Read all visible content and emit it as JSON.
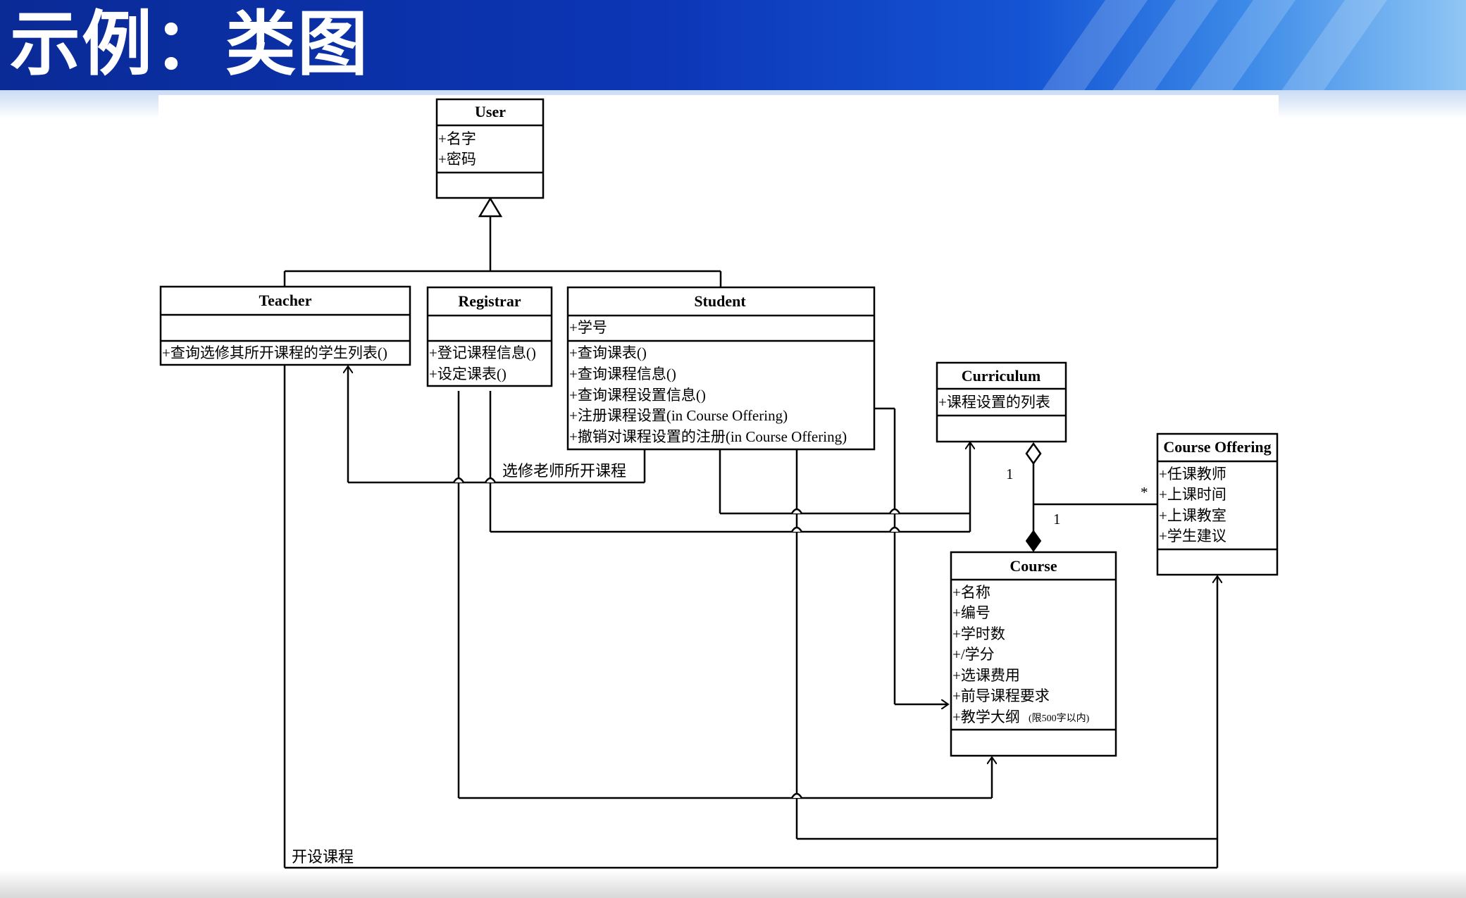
{
  "header": {
    "title": "示例：类图"
  },
  "classes": {
    "user": {
      "name": "User",
      "attributes": [
        "+名字",
        "+密码"
      ],
      "operations": []
    },
    "teacher": {
      "name": "Teacher",
      "attributes": [],
      "operations": [
        "+查询选修其所开课程的学生列表()"
      ]
    },
    "registrar": {
      "name": "Registrar",
      "attributes": [],
      "operations": [
        "+登记课程信息()",
        "+设定课表()"
      ]
    },
    "student": {
      "name": "Student",
      "attributes": [
        "+学号"
      ],
      "operations": [
        "+查询课表()",
        "+查询课程信息()",
        "+查询课程设置信息()",
        "+注册课程设置(in Course Offering)",
        "+撤销对课程设置的注册(in Course Offering)"
      ]
    },
    "curriculum": {
      "name": "Curriculum",
      "attributes": [
        "+课程设置的列表"
      ],
      "operations": []
    },
    "course_offering": {
      "name": "Course Offering",
      "attributes": [
        "+任课教师",
        "+上课时间",
        "+上课教室",
        "+学生建议"
      ],
      "operations": []
    },
    "course": {
      "name": "Course",
      "attributes": [
        "+名称",
        "+编号",
        "+学时数",
        "+/学分",
        "+选课费用",
        "+前导课程要求",
        "+教学大纲"
      ],
      "syllabus_note": "(限500字以内)",
      "operations": []
    }
  },
  "labels": {
    "select_teacher_courses": "选修老师所开课程",
    "open_courses": "开设课程",
    "mult_curriculum": "1",
    "mult_course": "1",
    "mult_offering": "*"
  },
  "colors": {
    "header": "#0c36b6",
    "line": "#000000"
  }
}
